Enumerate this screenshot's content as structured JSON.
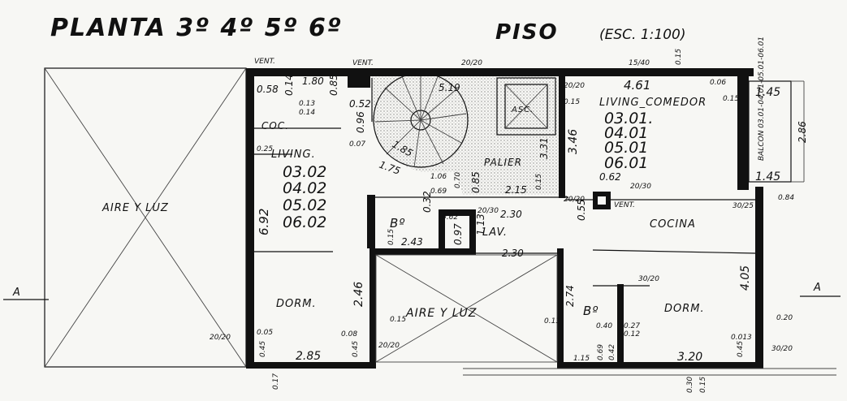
{
  "title": {
    "planta": "PLANTA 3º 4º 5º 6º",
    "piso": "PISO",
    "scale": "(ESC. 1:100)"
  },
  "rooms": {
    "aire_luz_left": "AIRE Y LUZ",
    "aire_luz_center": "AIRE Y LUZ",
    "living_comedor": "LIVING_COMEDOR",
    "coc": "COC.",
    "living": "LIVING.",
    "palier": "PALIER",
    "asc": "ASC.",
    "cocina": "COCINA",
    "lav": "LAV.",
    "bano_left": "Bº",
    "bano_right": "Bº",
    "dorm_left": "DORM.",
    "dorm_right": "DORM.",
    "balcon": "BALCON 03.01-04.01-05.01-06.01"
  },
  "units": {
    "right": [
      "03.01.",
      "04.01",
      "05.01",
      "06.01"
    ],
    "left": [
      "03.02",
      "04.02",
      "05.02",
      "06.02"
    ]
  },
  "vents": [
    "VENT.",
    "VENT.",
    "VENT."
  ],
  "section_markers": [
    "A",
    "A"
  ],
  "dims": {
    "d_1_80": "1.80",
    "d_0_58": "0.58",
    "d_0_14": "0.14",
    "d_0_85": "0.85",
    "d_0_13": "0.13",
    "d_0_14b": "0.14",
    "d_0_52": "0.52",
    "d_0_96": "0.96",
    "d_0_07": "0.07",
    "d_0_25": "0.25",
    "d_1_85": "1.85",
    "d_1_75": "1.75",
    "d_5_19": "5.19",
    "d_20_20a": "20/20",
    "d_20_20b": "20/20",
    "d_0_15a": "0.15",
    "d_15_40": "15/40",
    "d_0_15b": "0.15",
    "d_4_61": "4.61",
    "d_0_06": "0.06",
    "d_0_15c": "0.15",
    "d_1_45a": "1.45",
    "d_1_45b": "1.45",
    "d_2_86": "2.86",
    "d_3_46": "3.46",
    "d_3_31": "3.31",
    "d_0_62": "0.62",
    "d_20_30a": "20/30",
    "d_0_84": "0.84",
    "d_30_25": "30/25",
    "d_1_06": "1.06",
    "d_0_69": "0.69",
    "d_0_70": "0.70",
    "d_0_85b": "0.85",
    "d_2_15": "2.15",
    "d_0_15d": "0.15",
    "d_20_20c": "20/20",
    "d_0_55": "0.55",
    "d_0_32": "0.32",
    "d_0_62b": "0.62",
    "d_0_97": "0.97",
    "d_2_30a": "2.30",
    "d_20_30b": "20/30",
    "d_1_13": "1.13",
    "d_6_92": "6.92",
    "d_0_15e": "0.15",
    "d_2_43": "2.43",
    "d_2_30b": "2.30",
    "d_4_05": "4.05",
    "d_30_20a": "30/20",
    "d_2_74": "2.74",
    "d_2_46": "2.46",
    "d_0_15f": "0.15",
    "d_0_13b": "0.13",
    "d_0_40": "0.40",
    "d_0_27": "0.27",
    "d_0_12": "0.12",
    "d_0_20": "0.20",
    "d_0_013": "0.013",
    "d_20_20d": "20/20",
    "d_20_20e": "20/20",
    "d_0_05": "0.05",
    "d_0_08": "0.08",
    "d_0_45a": "0.45",
    "d_0_45b": "0.45",
    "d_0_45c": "0.45",
    "d_2_85": "2.85",
    "d_1_15": "1.15",
    "d_0_69b": "0.69",
    "d_0_42": "0.42",
    "d_3_20": "3.20",
    "d_30_20b": "30/20",
    "d_0_17": "0.17",
    "d_0_30": "0.30",
    "d_0_15g": "0.15"
  }
}
